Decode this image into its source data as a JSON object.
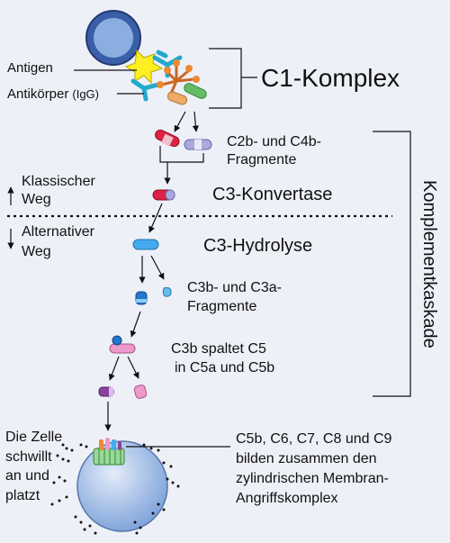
{
  "labels": {
    "antigen": "Antigen",
    "antibody": "Antikörper",
    "antibody_type": "(IgG)",
    "c1_complex": "C1-Komplex",
    "c2b_c4b_line1": "C2b- und C4b-",
    "c2b_c4b_line2": "Fragmente",
    "classical_line1": "Klassischer",
    "classical_line2": "Weg",
    "c3_convertase": "C3-Konvertase",
    "alternative_line1": "Alternativer",
    "alternative_line2": "Weg",
    "c3_hydrolysis": "C3-Hydrolyse",
    "c3b_c3a_line1": "C3b- und C3a-",
    "c3b_c3a_line2": "Fragmente",
    "c5_split_line1": "C3b spaltet C5",
    "c5_split_line2": "in C5a und C5b",
    "cell_line1": "Die Zelle",
    "cell_line2": "schwillt",
    "cell_line3": "an und",
    "cell_line4": "platzt",
    "mac_line1": "C5b, C6, C7, C8 und C9",
    "mac_line2": "bilden zusammen den",
    "mac_line3": "zylindrischen Membran-",
    "mac_line4": "Angriffskomplex",
    "cascade": "Komplementkaskade"
  },
  "colors": {
    "background": "#eef0f8",
    "cell_body": "#8aaee0",
    "antigen_yellow": "#ffee22",
    "antibody_teal": "#22aacc",
    "c1_orange": "#ee8833",
    "green_fragment": "#66bb66",
    "red_fragment": "#dd2244",
    "lavender_fragment": "#aaaadd",
    "blue_c3": "#44aaee",
    "pink_c5": "#ee99cc",
    "purple_c5b": "#884499"
  }
}
